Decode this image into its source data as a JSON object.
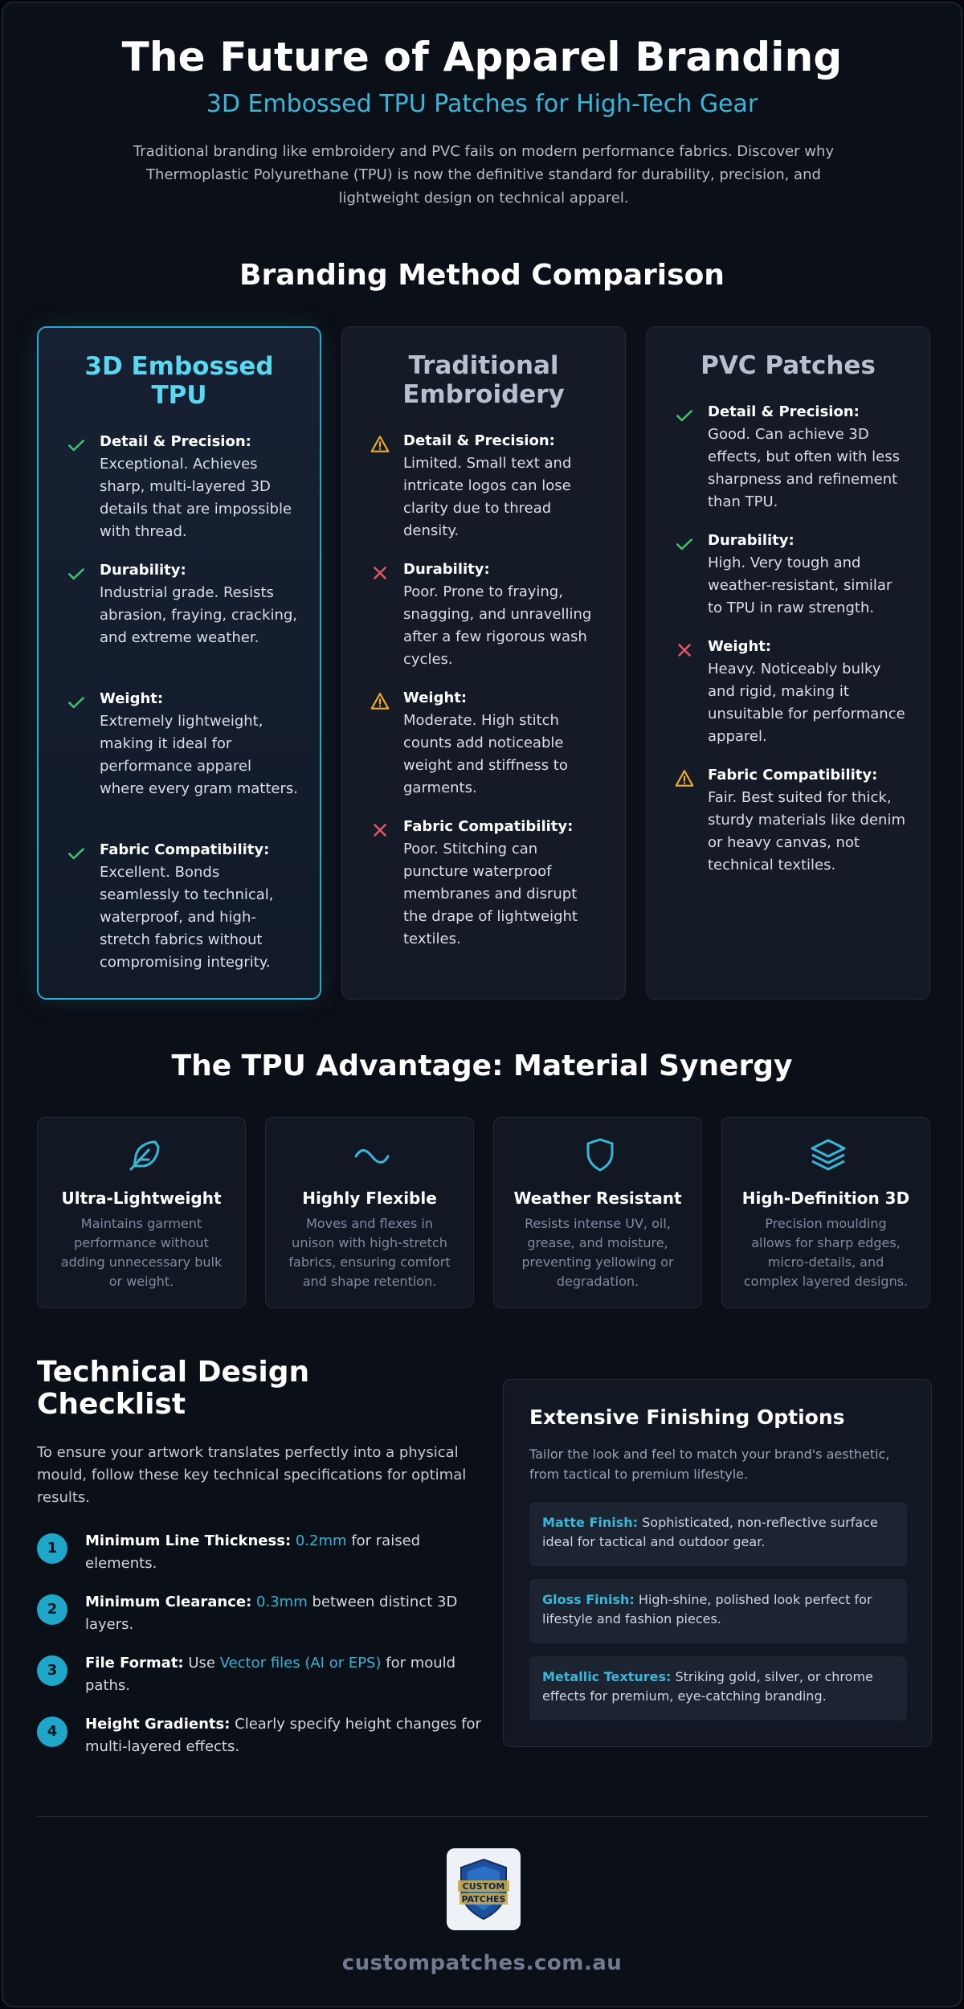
{
  "header": {
    "title": "The Future of Apparel Branding",
    "subtitle": "3D Embossed TPU Patches for High-Tech Gear",
    "intro": "Traditional branding like embroidery and PVC fails on modern performance fabrics. Discover why Thermoplastic Polyurethane (TPU) is now the definitive standard for durability, precision, and lightweight design on technical apparel."
  },
  "comparison": {
    "heading": "Branding Method Comparison",
    "cards": [
      {
        "title": "3D Embossed TPU",
        "criteria": [
          {
            "status": "check",
            "label": "Detail & Precision:",
            "text": "Exceptional. Achieves sharp, multi-layered 3D details that are impossible with thread."
          },
          {
            "status": "check",
            "label": "Durability:",
            "text": "Industrial grade. Resists abrasion, fraying, cracking, and extreme weather."
          },
          {
            "status": "check",
            "label": "Weight:",
            "text": "Extremely lightweight, making it ideal for performance apparel where every gram matters."
          },
          {
            "status": "check",
            "label": "Fabric Compatibility:",
            "text": "Excellent. Bonds seamlessly to technical, waterproof, and high-stretch fabrics without compromising integrity."
          }
        ]
      },
      {
        "title": "Traditional Embroidery",
        "criteria": [
          {
            "status": "warning",
            "label": "Detail & Precision:",
            "text": "Limited. Small text and intricate logos can lose clarity due to thread density."
          },
          {
            "status": "cross",
            "label": "Durability:",
            "text": "Poor. Prone to fraying, snagging, and unravelling after a few rigorous wash cycles."
          },
          {
            "status": "warning",
            "label": "Weight:",
            "text": "Moderate. High stitch counts add noticeable weight and stiffness to garments."
          },
          {
            "status": "cross",
            "label": "Fabric Compatibility:",
            "text": "Poor. Stitching can puncture waterproof membranes and disrupt the drape of lightweight textiles."
          }
        ]
      },
      {
        "title": "PVC Patches",
        "criteria": [
          {
            "status": "check",
            "label": "Detail & Precision:",
            "text": "Good. Can achieve 3D effects, but often with less sharpness and refinement than TPU."
          },
          {
            "status": "check",
            "label": "Durability:",
            "text": "High. Very tough and weather-resistant, similar to TPU in raw strength."
          },
          {
            "status": "cross",
            "label": "Weight:",
            "text": "Heavy. Noticeably bulky and rigid, making it unsuitable for performance apparel."
          },
          {
            "status": "warning",
            "label": "Fabric Compatibility:",
            "text": "Fair. Best suited for thick, sturdy materials like denim or heavy canvas, not technical textiles."
          }
        ]
      }
    ]
  },
  "advantage": {
    "heading": "The TPU Advantage: Material Synergy",
    "tiles": [
      {
        "icon": "feather-icon",
        "title": "Ultra-Lightweight",
        "desc": "Maintains garment performance without adding unnecessary bulk or weight."
      },
      {
        "icon": "wave-icon",
        "title": "Highly Flexible",
        "desc": "Moves and flexes in unison with high-stretch fabrics, ensuring comfort and shape retention."
      },
      {
        "icon": "shield-icon",
        "title": "Weather Resistant",
        "desc": "Resists intense UV, oil, grease, and moisture, preventing yellowing or degradation."
      },
      {
        "icon": "layers-icon",
        "title": "High-Definition 3D",
        "desc": "Precision moulding allows for sharp edges, micro-details, and complex layered designs."
      }
    ]
  },
  "checklist": {
    "title": "Technical Design Checklist",
    "intro": "To ensure your artwork translates perfectly into a physical mould, follow these key technical specifications for optimal results.",
    "steps": [
      {
        "num": "1",
        "label": "Minimum Line Thickness:",
        "highlight": "0.2mm",
        "text": "for raised elements."
      },
      {
        "num": "2",
        "label": "Minimum Clearance:",
        "highlight": "0.3mm",
        "text": "between distinct 3D layers."
      },
      {
        "num": "3",
        "label": "File Format:",
        "pre": "Use",
        "highlight": "Vector files (AI or EPS)",
        "text": "for mould paths."
      },
      {
        "num": "4",
        "label": "Height Gradients:",
        "text": "Clearly specify height changes for multi-layered effects."
      }
    ]
  },
  "finishing": {
    "title": "Extensive Finishing Options",
    "intro": "Tailor the look and feel to match your brand's aesthetic, from tactical to premium lifestyle.",
    "options": [
      {
        "name": "Matte Finish:",
        "text": "Sophisticated, non-reflective surface ideal for tactical and outdoor gear."
      },
      {
        "name": "Gloss Finish:",
        "text": "High-shine, polished look perfect for lifestyle and fashion pieces."
      },
      {
        "name": "Metallic Textures:",
        "text": "Striking gold, silver, or chrome effects for premium, eye-catching branding."
      }
    ]
  },
  "footer": {
    "logo_line1": "CUSTOM",
    "logo_line2": "PATCHES",
    "url": "custompatches.com.au"
  },
  "colors": {
    "accent": "#3ab7d8",
    "check": "#3fbf6a",
    "warning": "#f0a92e",
    "cross": "#e25563",
    "background": "#0b0f17"
  }
}
